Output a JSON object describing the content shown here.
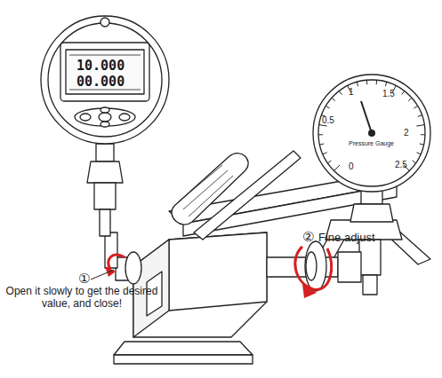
{
  "diagram": {
    "labels": [
      "10.000",
      "00.000",
      "0",
      "0.5",
      "1",
      "1.5",
      "2",
      "2.5",
      "Pressure Gauge",
      "①",
      "Open it slowly to get the desired value, and close!",
      "②",
      "Fine adjust"
    ]
  }
}
